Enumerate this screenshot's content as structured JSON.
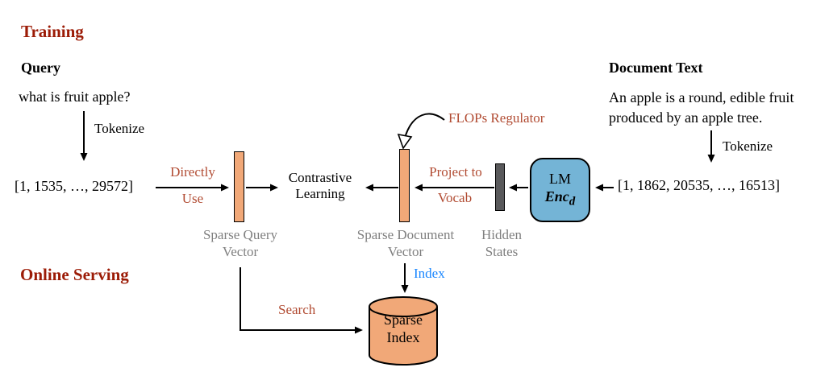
{
  "titles": {
    "training": "Training",
    "online_serving": "Online Serving"
  },
  "query_section": {
    "heading": "Query",
    "text": "what is fruit apple?",
    "tokenize_label": "Tokenize",
    "tokens": "[1, 1535, …, 29572]"
  },
  "document_section": {
    "heading": "Document Text",
    "text": "An apple is a round, edible fruit produced by an apple tree.",
    "tokenize_label": "Tokenize",
    "tokens": "[1, 1862, 20535, …, 16513]"
  },
  "flow_labels": {
    "directly": "Directly",
    "use": "Use",
    "project_to": "Project to",
    "vocab": "Vocab",
    "flops_regulator": "FLOPs Regulator",
    "search": "Search",
    "index": "Index"
  },
  "nodes": {
    "contrastive": {
      "line1": "Contrastive",
      "line2": "Learning"
    },
    "sparse_query_vector": {
      "line1": "Sparse Query",
      "line2": "Vector"
    },
    "sparse_document_vector": {
      "line1": "Sparse Document",
      "line2": "Vector"
    },
    "hidden_states": {
      "line1": "Hidden",
      "line2": "States"
    },
    "lm_encoder": {
      "line1": "LM",
      "enc": "Enc",
      "sub": "d"
    },
    "sparse_index": {
      "line1": "Sparse",
      "line2": "Index"
    }
  },
  "colors": {
    "title_red": "#9c1c07",
    "flow_label_red": "#b14b32",
    "index_blue": "#1a87ff",
    "vector_orange": "#f1a878",
    "hidden_gray": "#59595b",
    "lm_blue": "#74b4d6",
    "caption_gray": "#7f7f7f"
  }
}
